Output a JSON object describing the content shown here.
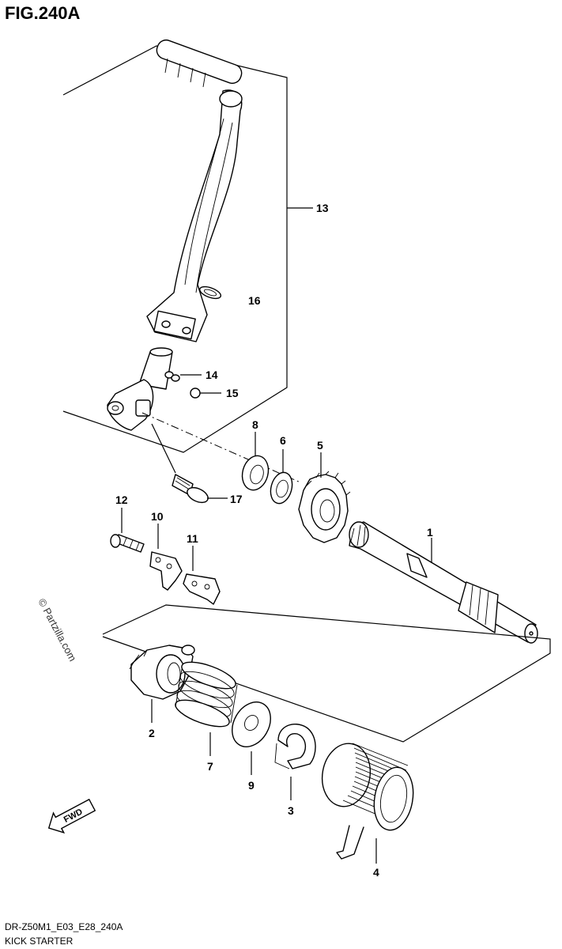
{
  "figure": {
    "title": "FIG.240A",
    "model_code": "DR-Z50M1_E03_E28_240A",
    "section_name": "KICK STARTER",
    "watermark": "© Partzilla.com",
    "direction_tag": "FWD"
  },
  "callouts": [
    {
      "id": "1",
      "text": "1"
    },
    {
      "id": "2",
      "text": "2"
    },
    {
      "id": "3",
      "text": "3"
    },
    {
      "id": "4",
      "text": "4"
    },
    {
      "id": "5",
      "text": "5"
    },
    {
      "id": "6",
      "text": "6"
    },
    {
      "id": "7",
      "text": "7"
    },
    {
      "id": "8",
      "text": "8"
    },
    {
      "id": "9",
      "text": "9"
    },
    {
      "id": "10",
      "text": "10"
    },
    {
      "id": "11",
      "text": "11"
    },
    {
      "id": "12",
      "text": "12"
    },
    {
      "id": "13",
      "text": "13"
    },
    {
      "id": "14",
      "text": "14"
    },
    {
      "id": "15",
      "text": "15"
    },
    {
      "id": "16",
      "text": "16"
    },
    {
      "id": "17",
      "text": "17"
    }
  ]
}
